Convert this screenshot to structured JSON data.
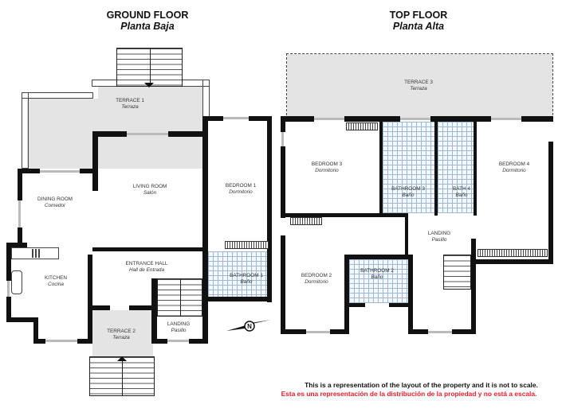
{
  "ground_floor": {
    "title": "GROUND FLOOR",
    "subtitle": "Planta Baja",
    "rooms": [
      {
        "en": "TERRACE 1",
        "es": "Terraza"
      },
      {
        "en": "LIVING ROOM",
        "es": "Salón"
      },
      {
        "en": "BEDROOM 1",
        "es": "Dormitorio"
      },
      {
        "en": "DINING ROOM",
        "es": "Comedor"
      },
      {
        "en": "KITCHEN",
        "es": "Cocina"
      },
      {
        "en": "ENTRANCE HALL",
        "es": "Hall de Entrada"
      },
      {
        "en": "BATHROOM 1",
        "es": "Baño"
      },
      {
        "en": "TERRACE 2",
        "es": "Terraza"
      },
      {
        "en": "LANDING",
        "es": "Pasillo"
      }
    ]
  },
  "top_floor": {
    "title": "TOP FLOOR",
    "subtitle": "Planta Alta",
    "rooms": [
      {
        "en": "TERRACE 3",
        "es": "Terraza"
      },
      {
        "en": "BEDROOM 3",
        "es": "Dormitorio"
      },
      {
        "en": "BATHROOM 3",
        "es": "Baño"
      },
      {
        "en": "BATH 4",
        "es": "Baño"
      },
      {
        "en": "BEDROOM 4",
        "es": "Dormitorio"
      },
      {
        "en": "LANDING",
        "es": "Pasillo"
      },
      {
        "en": "BEDROOM 2",
        "es": "Dormitorio"
      },
      {
        "en": "BATHROOM 2",
        "es": "Baño"
      }
    ]
  },
  "compass": {
    "label": "N",
    "icon": "compass-icon"
  },
  "disclaimer": {
    "en": "This is a representation of the layout of the property and it is not to scale.",
    "es": "Esta es una representación de la distribución de la propiedad y no está a escala.",
    "es_color": "#e8202a"
  },
  "colors": {
    "wall": "#111111",
    "terrace": "#e4e4e4",
    "tile": "#9cb8d4"
  }
}
